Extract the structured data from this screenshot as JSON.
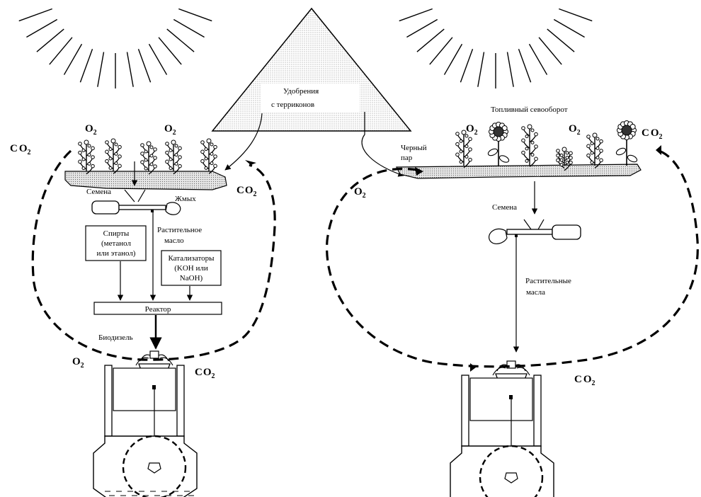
{
  "diagram": {
    "fertilizer_line1": "Удобрения",
    "fertilizer_line2": "с терриконов",
    "rotation_title": "Топливный севооборот",
    "black_fallow_line1": "Черный",
    "black_fallow_line2": "пар",
    "left": {
      "seeds": "Семена",
      "cake": "Жмых",
      "alcohols_line1": "Спирты",
      "alcohols_line2": "(метанол",
      "alcohols_line3": "или этанол)",
      "veg_oil_line1": "Растительное",
      "veg_oil_line2": "масло",
      "catalysts_line1": "Катализаторы",
      "catalysts_line2": "(KOH или",
      "catalysts_line3": "NaOH)",
      "reactor": "Реактор",
      "biodiesel": "Биодизель"
    },
    "right": {
      "seeds": "Семена",
      "veg_oils_line1": "Растительные",
      "veg_oils_line2": "масла"
    },
    "chem": {
      "o": "O",
      "c": "C",
      "two": "2"
    }
  }
}
